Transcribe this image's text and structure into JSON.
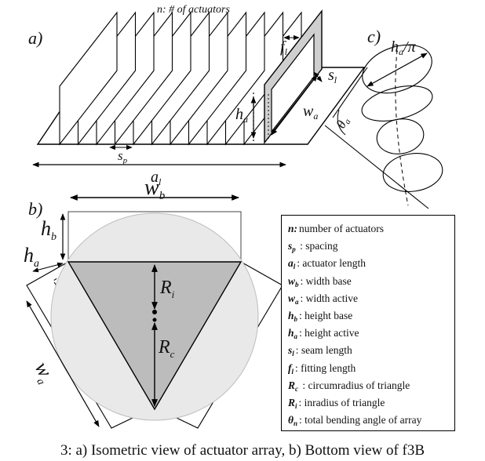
{
  "panel_a": {
    "label": "a)",
    "n_label": "n: # of actuators",
    "f_label": "f",
    "f_sub": "l",
    "s_label": "s",
    "s_sub": "l",
    "h_label": "h",
    "h_sub": "a",
    "w_label": "w",
    "w_sub": "a",
    "sp_label": "s",
    "sp_sub": "p",
    "al_label": "a",
    "al_sub": "l"
  },
  "panel_c": {
    "label": "c)",
    "ha_pi_label": "h",
    "ha_pi_sub": "a",
    "ha_pi_tail": "/π",
    "theta_label": "θ",
    "theta_sub": "a"
  },
  "panel_b": {
    "label": "b)",
    "wb_label": "w",
    "wb_sub": "b",
    "hb_label": "h",
    "hb_sub": "b",
    "ha_label": "h",
    "ha_sub": "a",
    "ri_label": "R",
    "ri_sub": "i",
    "rc_label": "R",
    "rc_sub": "c",
    "wa_label": "w",
    "wa_sub": "a"
  },
  "legend": [
    {
      "sym": "n:",
      "sub": "",
      "desc": "number of actuators"
    },
    {
      "sym": "s",
      "sub": "p",
      "desc": " : spacing"
    },
    {
      "sym": "a",
      "sub": "l",
      "desc": ": actuator length"
    },
    {
      "sym": "w",
      "sub": "b",
      "desc": ": width base"
    },
    {
      "sym": "w",
      "sub": "a",
      "desc": ": width active"
    },
    {
      "sym": "h",
      "sub": "b",
      "desc": ": height base"
    },
    {
      "sym": "h",
      "sub": "a",
      "desc": ": height active"
    },
    {
      "sym": "s",
      "sub": "l",
      "desc": ": seam length"
    },
    {
      "sym": "f",
      "sub": "l",
      "desc": ": fitting length"
    },
    {
      "sym": "R",
      "sub": "c",
      "desc": " : circumradius of triangle"
    },
    {
      "sym": "R",
      "sub": "i",
      "desc": ": inradius of triangle"
    },
    {
      "sym": "θ",
      "sub": "n",
      "desc": ": total bending angle of array"
    }
  ],
  "caption": "3: a) Isometric view of actuator array, b) Bottom view of f3B"
}
